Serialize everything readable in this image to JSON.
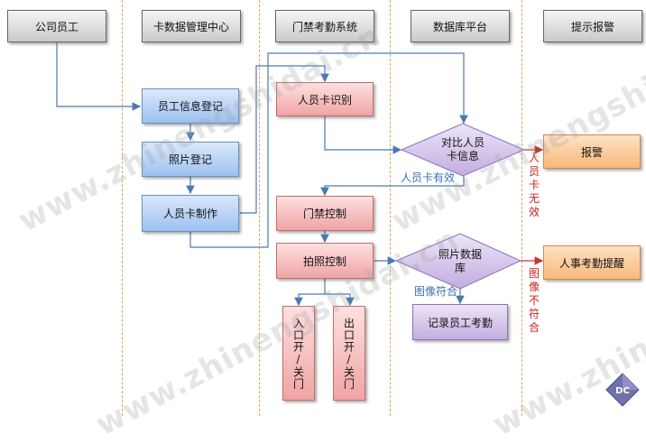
{
  "lanes": [
    {
      "title": "公司员工"
    },
    {
      "title": "卡数据管理中心"
    },
    {
      "title": "门禁考勤系统"
    },
    {
      "title": "数据库平台"
    },
    {
      "title": "提示报警"
    }
  ],
  "nodes": {
    "employee_register": "员工信息登记",
    "photo_register": "照片登记",
    "card_make": "人员卡制作",
    "card_recognize": "人员卡识别",
    "access_control": "门禁控制",
    "photo_control": "拍照控制",
    "entrance": "入口开/关门",
    "exit": "出口开/关门",
    "compare_card_line1": "对比人员",
    "compare_card_line2": "卡信息",
    "photo_db_line1": "照片数据",
    "photo_db_line2": "库",
    "record_attendance": "记录员工考勤",
    "alarm": "报警",
    "attendance_reminder": "人事考勤提醒"
  },
  "edge_labels": {
    "card_valid": "人员卡有效",
    "card_invalid": "人员卡无效",
    "image_match": "图像符合",
    "image_mismatch": "图像不符合"
  },
  "watermark": "www.zhinengshidai.cn",
  "logo_text": "DC",
  "colors": {
    "lane_line": "#e0a35c",
    "connector": "#4a7ab0",
    "red_connector": "#c0392b",
    "label_blue": "#3b6fb0",
    "label_red": "#d11d1d"
  }
}
